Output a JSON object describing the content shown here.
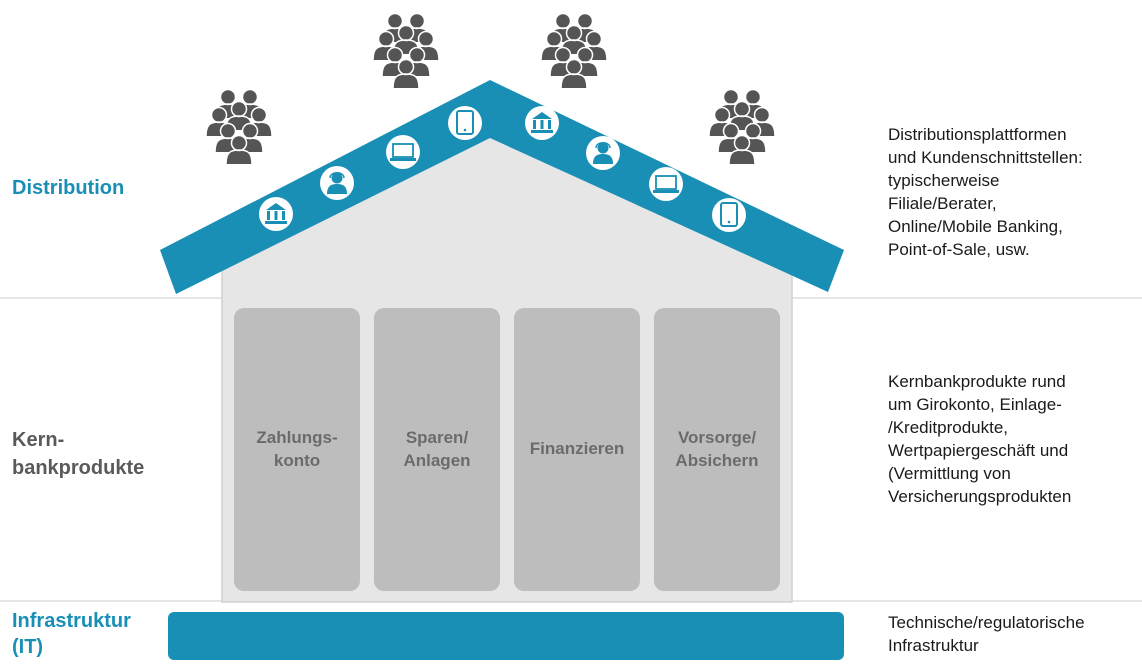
{
  "left_labels": {
    "distribution": "Distribution",
    "kernbankprodukte": [
      "Kern-",
      "bankprodukte"
    ],
    "infrastruktur": [
      "Infrastruktur",
      "(IT)"
    ]
  },
  "pillars": [
    [
      "Zahlungs-",
      "konto"
    ],
    [
      "Sparen/",
      "Anlagen"
    ],
    [
      "Finanzieren"
    ],
    [
      "Vorsorge/",
      "Absichern"
    ]
  ],
  "right_texts": {
    "distribution": [
      "Distributionsplattformen",
      "und Kundenschnittstellen:",
      "typischerweise",
      "Filiale/Berater,",
      "Online/Mobile Banking,",
      "Point-of-Sale, usw."
    ],
    "kernbankprodukte": [
      "Kernbankprodukte rund",
      "um Girokonto, Einlage-",
      "/Kreditprodukte,",
      "Wertpapiergeschäft und",
      "(Vermittlung von",
      "Versicherungsprodukten"
    ],
    "infrastruktur": [
      "Technische/regulatorische",
      "Infrastruktur"
    ]
  },
  "roof_icons": [
    "bank-icon",
    "advisor-icon",
    "laptop-icon",
    "tablet-icon",
    "bank-icon",
    "advisor-icon",
    "laptop-icon",
    "tablet-icon"
  ],
  "people_icons": [
    "people-group-icon",
    "people-group-icon",
    "people-group-icon",
    "people-group-icon"
  ],
  "colors": {
    "accent": "#1a8fb6",
    "house": "#e6e6e6",
    "house_border": "#cfcfcf",
    "pillar": "#bdbdbd",
    "pillar_text": "#6b6b6b",
    "kern_label": "#5a5a5a",
    "people": "#555555"
  }
}
